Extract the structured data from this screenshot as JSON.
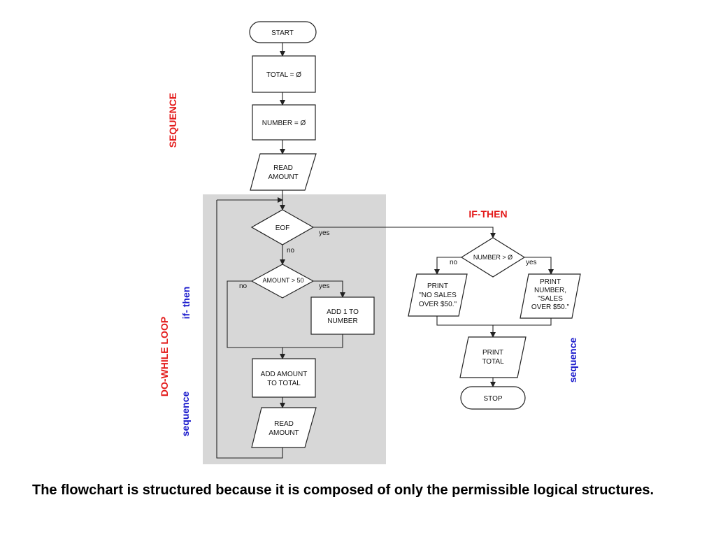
{
  "colors": {
    "red_label": "#e31b1b",
    "blue_label": "#1a1acc",
    "loop_shade": "#c9c9c9"
  },
  "labels": {
    "sequence_red": "SEQUENCE",
    "do_while": "DO-WHILE LOOP",
    "if_then_blue": "if- then",
    "sequence_blue_left": "sequence",
    "if_then_red": "IF-THEN",
    "sequence_blue_right": "sequence"
  },
  "nodes": {
    "start": "START",
    "total_init": "TOTAL = Ø",
    "number_init": "NUMBER = Ø",
    "read1": [
      "READ",
      "AMOUNT"
    ],
    "eof": "EOF",
    "amount_check": "AMOUNT > 50",
    "add_number": [
      "ADD 1 TO",
      "NUMBER"
    ],
    "add_amount": [
      "ADD AMOUNT",
      "TO TOTAL"
    ],
    "read2": [
      "READ",
      "AMOUNT"
    ],
    "number_check": "NUMBER > Ø",
    "print_no_sales": [
      "PRINT",
      "\"NO SALES",
      "OVER $50.\""
    ],
    "print_number": [
      "PRINT",
      "NUMBER,",
      "\"SALES",
      "OVER $50.\""
    ],
    "print_total": [
      "PRINT",
      "TOTAL"
    ],
    "stop": "STOP"
  },
  "edges": {
    "eof_yes": "yes",
    "eof_no": "no",
    "amount_no": "no",
    "amount_yes": "yes",
    "number_no": "no",
    "number_yes": "yes"
  },
  "caption": "The flowchart is structured because it is composed of only the permissible logical structures."
}
